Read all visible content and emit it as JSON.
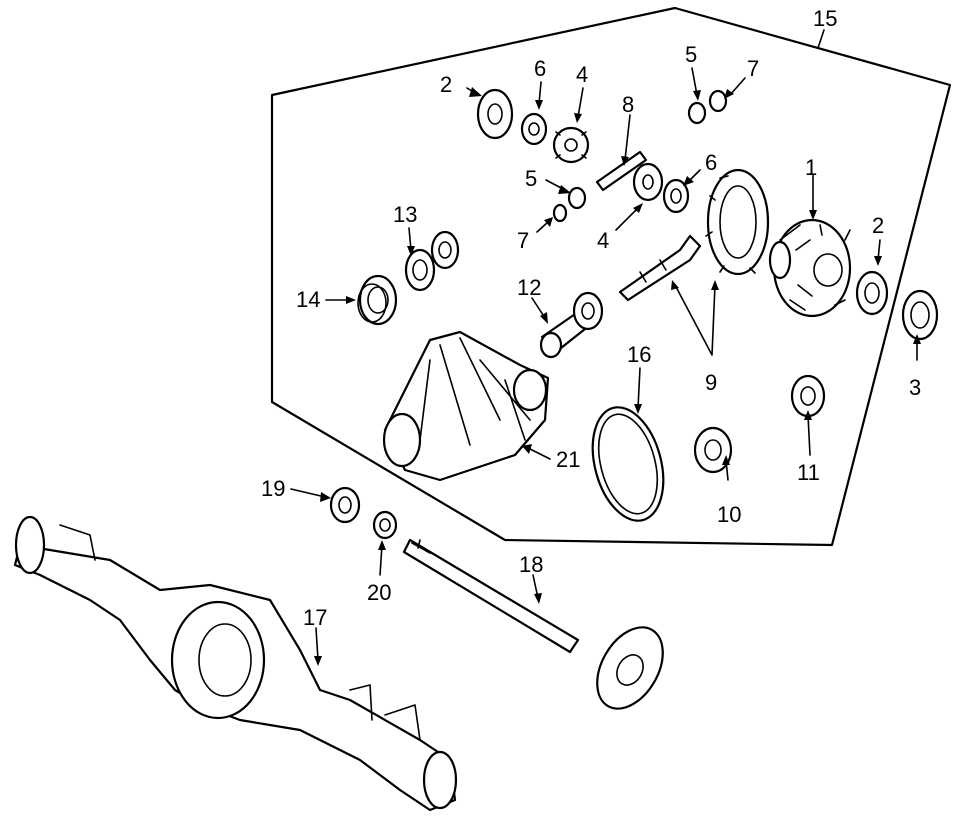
{
  "diagram": {
    "callouts": [
      {
        "id": "c1",
        "text": "1"
      },
      {
        "id": "c2a",
        "text": "2"
      },
      {
        "id": "c2b",
        "text": "2"
      },
      {
        "id": "c3",
        "text": "3"
      },
      {
        "id": "c4a",
        "text": "4"
      },
      {
        "id": "c4b",
        "text": "4"
      },
      {
        "id": "c5a",
        "text": "5"
      },
      {
        "id": "c5b",
        "text": "5"
      },
      {
        "id": "c6a",
        "text": "6"
      },
      {
        "id": "c6b",
        "text": "6"
      },
      {
        "id": "c7a",
        "text": "7"
      },
      {
        "id": "c7b",
        "text": "7"
      },
      {
        "id": "c8",
        "text": "8"
      },
      {
        "id": "c9",
        "text": "9"
      },
      {
        "id": "c10",
        "text": "10"
      },
      {
        "id": "c11",
        "text": "11"
      },
      {
        "id": "c12",
        "text": "12"
      },
      {
        "id": "c13",
        "text": "13"
      },
      {
        "id": "c14",
        "text": "14"
      },
      {
        "id": "c15",
        "text": "15"
      },
      {
        "id": "c16",
        "text": "16"
      },
      {
        "id": "c17",
        "text": "17"
      },
      {
        "id": "c18",
        "text": "18"
      },
      {
        "id": "c19",
        "text": "19"
      },
      {
        "id": "c20",
        "text": "20"
      },
      {
        "id": "c21",
        "text": "21"
      }
    ]
  }
}
